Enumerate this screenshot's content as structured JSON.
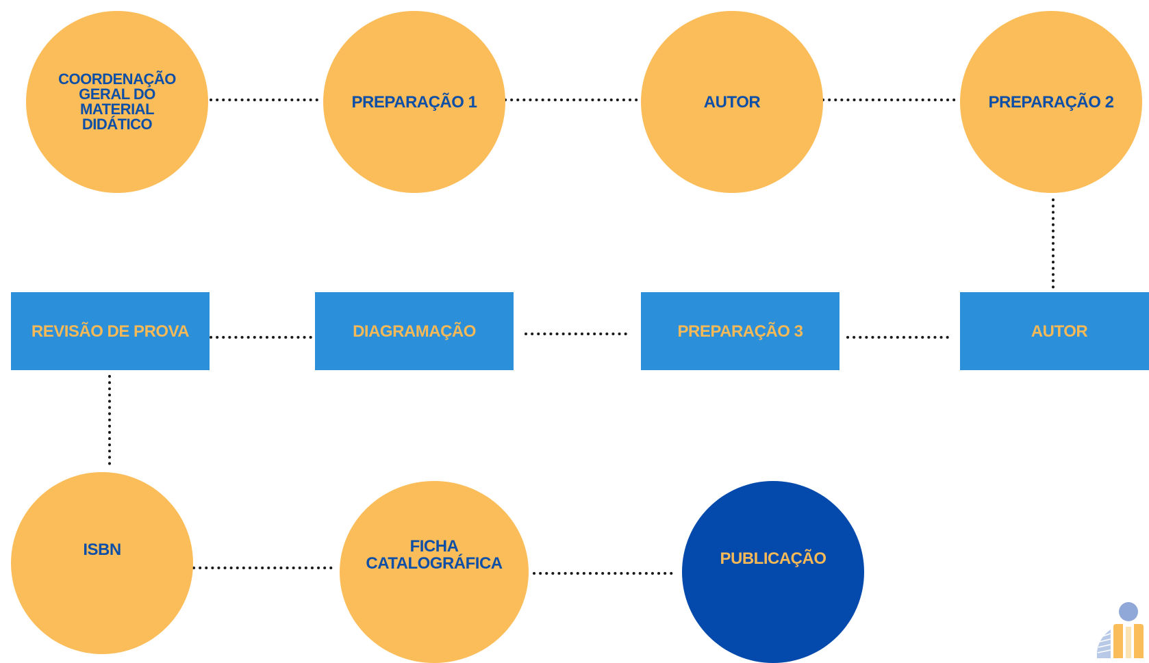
{
  "nodes": {
    "coordenacao": "COORDENAÇÃO GERAL DO MATERIAL DIDÁTICO",
    "preparacao_1": "PREPARAÇÃO 1",
    "autor_1": "AUTOR",
    "preparacao_2": "PREPARAÇÃO 2",
    "revisao_de_prova": "REVISÃO DE PROVA",
    "diagramacao": "DIAGRAMAÇÃO",
    "preparacao_3": "PREPARAÇÃO 3",
    "autor_2": "AUTOR",
    "isbn": "ISBN",
    "ficha_catalografica": "FICHA CATALOGRÁFICA",
    "publicacao": "PUBLICAÇÃO"
  },
  "colors": {
    "circle_fill": "#FBBD59",
    "circle_text": "#0D4EA6",
    "rect_fill": "#2B8FDA",
    "rect_text": "#F5BA57",
    "final_fill": "#0449AC",
    "connector": "#1a1a1a"
  },
  "icons": {
    "corner_logo": "institution-logo-icon"
  }
}
